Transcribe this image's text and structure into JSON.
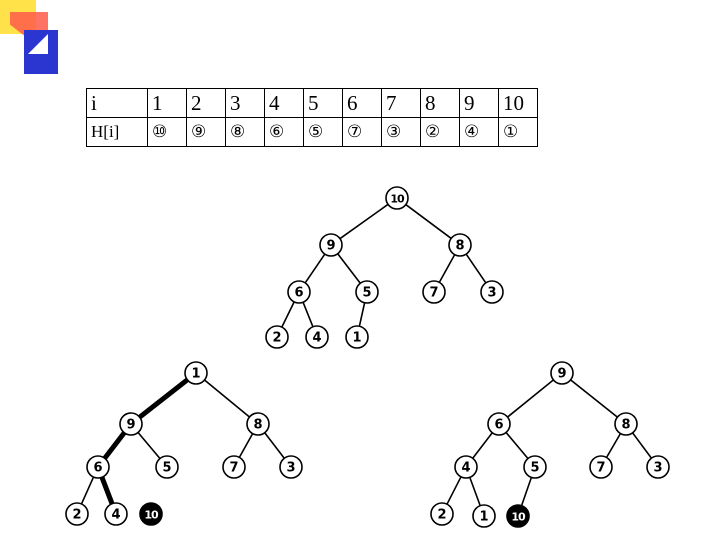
{
  "heap_table": {
    "index_header": "i",
    "value_header": "H[i]",
    "indices": [
      "1",
      "2",
      "3",
      "4",
      "5",
      "6",
      "7",
      "8",
      "9",
      "10"
    ],
    "values": [
      "⑩",
      "⑨",
      "⑧",
      "⑥",
      "⑤",
      "⑦",
      "③",
      "②",
      "④",
      "①"
    ]
  },
  "trees": [
    {
      "id": "original-heap",
      "nodes": [
        {
          "id": "a1",
          "label": "10"
        },
        {
          "id": "a2",
          "label": "9"
        },
        {
          "id": "a3",
          "label": "8"
        },
        {
          "id": "a4",
          "label": "6"
        },
        {
          "id": "a5",
          "label": "5"
        },
        {
          "id": "a6",
          "label": "7"
        },
        {
          "id": "a7",
          "label": "3"
        },
        {
          "id": "a8",
          "label": "2"
        },
        {
          "id": "a9",
          "label": "4"
        },
        {
          "id": "a10",
          "label": "1"
        }
      ],
      "edges": [
        [
          "a1",
          "a2"
        ],
        [
          "a1",
          "a3"
        ],
        [
          "a2",
          "a4"
        ],
        [
          "a2",
          "a5"
        ],
        [
          "a3",
          "a6"
        ],
        [
          "a3",
          "a7"
        ],
        [
          "a4",
          "a8"
        ],
        [
          "a4",
          "a9"
        ],
        [
          "a5",
          "a10"
        ]
      ]
    },
    {
      "id": "after-swap-sift-down",
      "nodes": [
        {
          "id": "b1",
          "label": "1"
        },
        {
          "id": "b2",
          "label": "9"
        },
        {
          "id": "b3",
          "label": "8"
        },
        {
          "id": "b4",
          "label": "6"
        },
        {
          "id": "b5",
          "label": "5"
        },
        {
          "id": "b6",
          "label": "7"
        },
        {
          "id": "b7",
          "label": "3"
        },
        {
          "id": "b8",
          "label": "2"
        },
        {
          "id": "b9",
          "label": "4"
        },
        {
          "id": "b10",
          "label": "10",
          "filled": true
        }
      ],
      "edges": [
        [
          "b1",
          "b2",
          true
        ],
        [
          "b1",
          "b3"
        ],
        [
          "b2",
          "b4",
          true
        ],
        [
          "b2",
          "b5"
        ],
        [
          "b3",
          "b6"
        ],
        [
          "b3",
          "b7"
        ],
        [
          "b4",
          "b8"
        ],
        [
          "b4",
          "b9",
          true
        ]
      ]
    },
    {
      "id": "re-heapified",
      "nodes": [
        {
          "id": "c1",
          "label": "9"
        },
        {
          "id": "c2",
          "label": "6"
        },
        {
          "id": "c3",
          "label": "8"
        },
        {
          "id": "c4",
          "label": "4"
        },
        {
          "id": "c5",
          "label": "5"
        },
        {
          "id": "c6",
          "label": "7"
        },
        {
          "id": "c7",
          "label": "3"
        },
        {
          "id": "c8",
          "label": "2"
        },
        {
          "id": "c9",
          "label": "1"
        },
        {
          "id": "c10",
          "label": "10",
          "filled": true
        }
      ],
      "edges": [
        [
          "c1",
          "c2"
        ],
        [
          "c1",
          "c3"
        ],
        [
          "c2",
          "c4"
        ],
        [
          "c2",
          "c5"
        ],
        [
          "c3",
          "c6"
        ],
        [
          "c3",
          "c7"
        ],
        [
          "c4",
          "c8"
        ],
        [
          "c4",
          "c9"
        ],
        [
          "c5",
          "c10"
        ]
      ]
    }
  ]
}
